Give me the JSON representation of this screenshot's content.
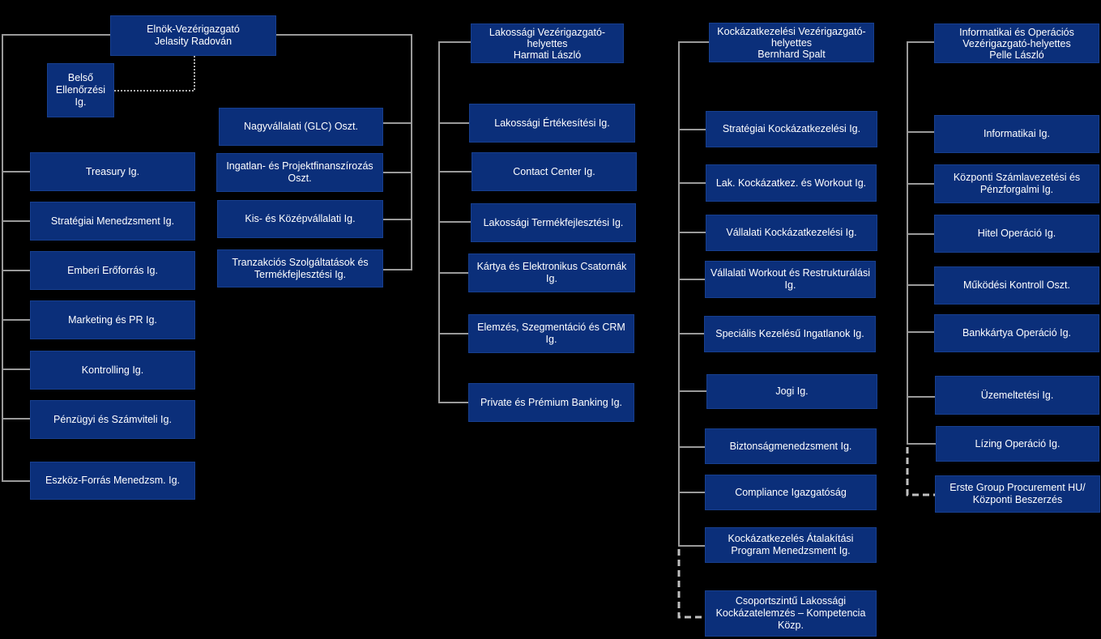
{
  "colors": {
    "background": "#000000",
    "box": "#0b2f7a",
    "line": "#9a9a9a",
    "text": "#ffffff"
  },
  "ceo": {
    "title": "Elnök-Vezérigazgató",
    "name": "Jelasity Radován"
  },
  "internal_audit": {
    "line1": "Belső",
    "line2": "Ellenőrzési Ig."
  },
  "ceo_units": [
    "Treasury Ig.",
    "Stratégiai Menedzsment Ig.",
    "Emberi Erőforrás Ig.",
    "Marketing és PR Ig.",
    "Kontrolling Ig.",
    "Pénzügyi és Számviteli Ig.",
    "Eszköz-Forrás Menedzsm. Ig."
  ],
  "corporate_units": [
    "Nagyvállalati (GLC)  Oszt.",
    "Ingatlan- és Projektfinanszírozás Oszt.",
    "Kis- és Középvállalati Ig.",
    "Tranzakciós Szolgáltatások és Termékfejlesztési Ig."
  ],
  "retail_head": {
    "title1": "Lakossági Vezérigazgató-",
    "title2": "helyettes",
    "name": "Harmati László"
  },
  "retail_units": [
    "Lakossági Értékesítési  Ig.",
    "Contact Center  Ig.",
    "Lakossági Termékfejlesztési Ig.",
    "Kártya és Elektronikus Csatornák Ig.",
    "Elemzés, Szegmentáció és CRM  Ig.",
    "Private  és Prémium Banking Ig."
  ],
  "risk_head": {
    "title1": "Kockázatkezelési Vezérigazgató-",
    "title2": "helyettes",
    "name": "Bernhard Spalt"
  },
  "risk_units": [
    "Stratégiai Kockázatkezelési Ig.",
    "Lak. Kockázatkez. és Workout Ig.",
    "Vállalati Kockázatkezelési Ig.",
    "Vállalati Workout és Restrukturálási Ig.",
    "Speciális Kezelésű Ingatlanok Ig.",
    "Jogi Ig.",
    "Biztonságmenedzsment Ig.",
    "Compliance Igazgatóság",
    "Kockázatkezelés Átalakítási Program Menedzsment Ig."
  ],
  "risk_dotted_unit": "Csoportszintű Lakossági Kockázatelemzés – Kompetencia Közp.",
  "it_head": {
    "title1": "Informatikai és Operációs",
    "title2": "Vezérigazgató-helyettes",
    "name": "Pelle László"
  },
  "it_units": [
    "Informatikai Ig.",
    "Központi Számlavezetési és Pénzforgalmi Ig.",
    "Hitel Operáció Ig.",
    "Működési Kontroll Oszt.",
    "Bankkártya Operáció Ig.",
    "Üzemeltetési Ig.",
    "Lízing Operáció Ig."
  ],
  "it_dotted_unit": "Erste Group Procurement HU/ Központi Beszerzés"
}
